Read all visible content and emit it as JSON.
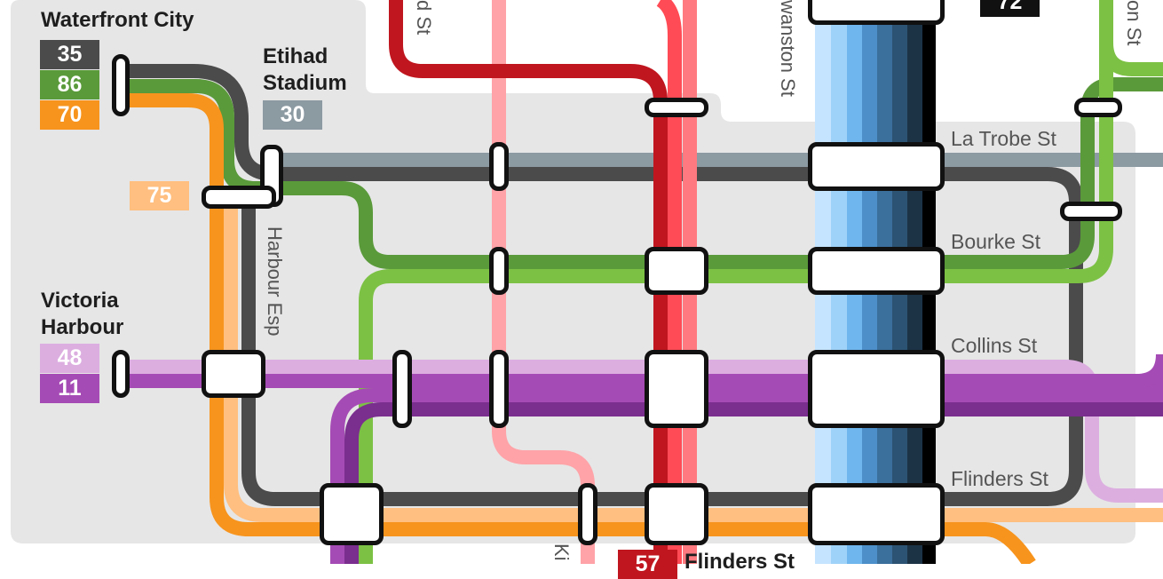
{
  "colors": {
    "route_35": "#4b4b4b",
    "route_86": "#5a9a3a",
    "route_70": "#f7941d",
    "route_75": "#ffbf80",
    "route_30": "#8c9aa2",
    "route_48": "#dcaee0",
    "route_11": "#a54bb5",
    "route_57": "#c0161f",
    "route_72": "#111111",
    "free_zone": "#e6e6e6"
  },
  "places": {
    "waterfront_city": "Waterfront City",
    "etihad_stadium_line1": "Etihad",
    "etihad_stadium_line2": "Stadium",
    "victoria_harbour_line1": "Victoria",
    "victoria_harbour_line2": "Harbour",
    "flinders_station": "Flinders St"
  },
  "streets": {
    "la_trobe": "La Trobe St",
    "bourke": "Bourke St",
    "collins": "Collins St",
    "flinders": "Flinders St",
    "harbour_esp": "Harbour Esp",
    "swanston": "wanston St",
    "elizabeth": "d St",
    "spring": "on St",
    "king": "Ki"
  },
  "routes": {
    "r35": "35",
    "r86": "86",
    "r70": "70",
    "r30": "30",
    "r75": "75",
    "r48": "48",
    "r11": "11",
    "r72": "72",
    "r57": "57"
  }
}
